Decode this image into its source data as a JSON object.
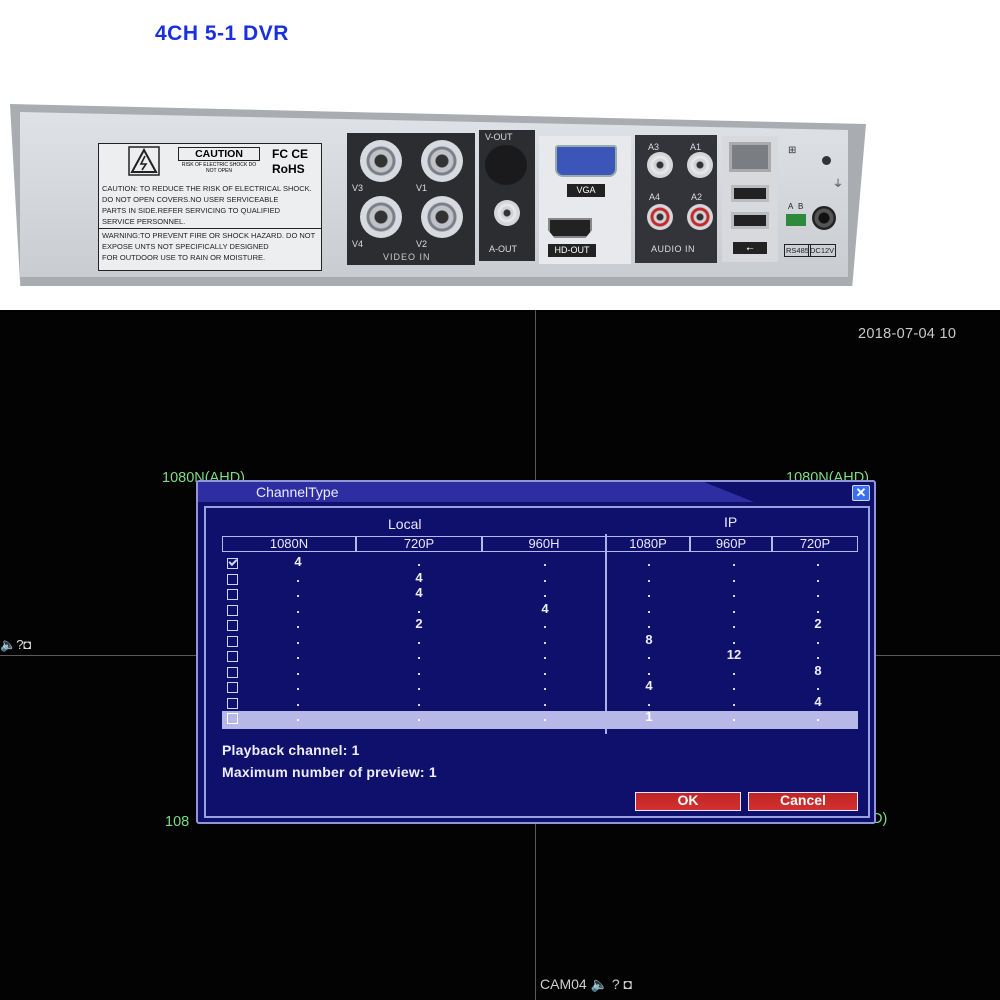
{
  "product": {
    "title": "4CH 5-1 DVR",
    "panel_labels": {
      "caution_head": "CAUTION",
      "caution_sub": "RISK OF ELECTRIC SHOCK DO NOT OPEN",
      "fcc_ce": "FC CE",
      "rohs": "RoHS",
      "caution_text_1": "CAUTION: TO REDUCE THE RISK OF ELECTRICAL SHOCK.",
      "caution_text_2": "DO NOT OPEN COVERS.NO USER SERVICEABLE",
      "caution_text_3": "PARTS IN SIDE.REFER SERVICING TO QUALIFIED",
      "caution_text_4": "SERVICE PERSONNEL.",
      "warning_text_1": "WARNING:TO PREVENT FIRE OR SHOCK HAZARD. DO NOT",
      "warning_text_2": "EXPOSE UNTS NOT SPECIFICALLY DESIGNED",
      "warning_text_3": "FOR OUTDOOR USE TO RAIN OR MOISTURE.",
      "v3": "V3",
      "v1": "V1",
      "v4": "V4",
      "v2": "V2",
      "video_in": "VIDEO IN",
      "v_out": "V-OUT",
      "a_out": "A-OUT",
      "vga": "VGA",
      "hd_out": "HD-OUT",
      "a3": "A3",
      "a1": "A1",
      "a4": "A4",
      "a2": "A2",
      "audio_in": "AUDIO IN",
      "a": "A",
      "b": "B",
      "rs485": "RS485",
      "dc12v": "DC12V"
    }
  },
  "screen": {
    "datetime": "2018-07-04 10",
    "channel_labels": {
      "top_left": "1080N(AHD)",
      "top_right": "1080N(AHD)",
      "bottom_left": "108",
      "bottom_right": "D)"
    },
    "cam04_label": "CAM04",
    "dialog": {
      "title": "ChannelType",
      "close_label": "✕",
      "group_local": "Local",
      "group_ip": "IP",
      "columns": [
        "1080N",
        "720P",
        "960H",
        "1080P",
        "960P",
        "720P"
      ],
      "rows": [
        {
          "checked": true,
          "cells": [
            "4",
            ".",
            ".",
            ".",
            ".",
            "."
          ]
        },
        {
          "checked": false,
          "cells": [
            ".",
            "4",
            ".",
            ".",
            ".",
            "."
          ]
        },
        {
          "checked": false,
          "cells": [
            ".",
            "4",
            ".",
            ".",
            ".",
            "."
          ]
        },
        {
          "checked": false,
          "cells": [
            ".",
            ".",
            "4",
            ".",
            ".",
            "."
          ]
        },
        {
          "checked": false,
          "cells": [
            ".",
            "2",
            ".",
            ".",
            ".",
            "2"
          ]
        },
        {
          "checked": false,
          "cells": [
            ".",
            ".",
            ".",
            "8",
            ".",
            "."
          ]
        },
        {
          "checked": false,
          "cells": [
            ".",
            ".",
            ".",
            ".",
            "12",
            "."
          ]
        },
        {
          "checked": false,
          "cells": [
            ".",
            ".",
            ".",
            ".",
            ".",
            "8"
          ]
        },
        {
          "checked": false,
          "cells": [
            ".",
            ".",
            ".",
            "4",
            ".",
            "."
          ]
        },
        {
          "checked": false,
          "cells": [
            ".",
            ".",
            ".",
            ".",
            ".",
            "4"
          ]
        },
        {
          "checked": false,
          "cells": [
            ".",
            ".",
            ".",
            "1",
            ".",
            "."
          ],
          "selected": true
        }
      ],
      "playback_channel": "Playback channel: 1",
      "max_preview": "Maximum number of preview: 1",
      "ok_label": "OK",
      "cancel_label": "Cancel"
    }
  }
}
